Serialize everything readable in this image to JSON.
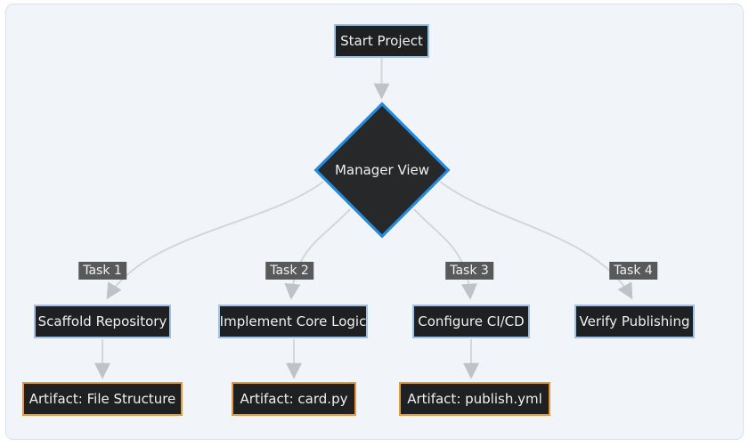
{
  "diagram": {
    "type": "flowchart",
    "nodes": {
      "start": {
        "label": "Start Project",
        "shape": "rect",
        "border_color": "#9cc2e8"
      },
      "manager": {
        "label": "Manager View",
        "shape": "diamond",
        "border_color": "#1f8ce6"
      },
      "task1": {
        "label": "Scaffold Repository",
        "shape": "rect",
        "border_color": "#9cc2e8"
      },
      "task2": {
        "label": "Implement Core Logic",
        "shape": "rect",
        "border_color": "#9cc2e8"
      },
      "task3": {
        "label": "Configure CI/CD",
        "shape": "rect",
        "border_color": "#9cc2e8"
      },
      "task4": {
        "label": "Verify Publishing",
        "shape": "rect",
        "border_color": "#9cc2e8"
      },
      "artifact1": {
        "label": "Artifact: File Structure",
        "shape": "rect",
        "border_color": "#e39a3b"
      },
      "artifact2": {
        "label": "Artifact: card.py",
        "shape": "rect",
        "border_color": "#e39a3b"
      },
      "artifact3": {
        "label": "Artifact: publish.yml",
        "shape": "rect",
        "border_color": "#e39a3b"
      }
    },
    "edges": [
      {
        "from": "start",
        "to": "manager",
        "label": ""
      },
      {
        "from": "manager",
        "to": "task1",
        "label": "Task 1"
      },
      {
        "from": "manager",
        "to": "task2",
        "label": "Task 2"
      },
      {
        "from": "manager",
        "to": "task3",
        "label": "Task 3"
      },
      {
        "from": "manager",
        "to": "task4",
        "label": "Task 4"
      },
      {
        "from": "task1",
        "to": "artifact1",
        "label": ""
      },
      {
        "from": "task2",
        "to": "artifact2",
        "label": ""
      },
      {
        "from": "task3",
        "to": "artifact3",
        "label": ""
      }
    ],
    "edge_labels": {
      "task1": "Task 1",
      "task2": "Task 2",
      "task3": "Task 3",
      "task4": "Task 4"
    },
    "colors": {
      "canvas_bg": "#f1f5fa",
      "canvas_border": "#d8e1ee",
      "node_fill": "#1e2022",
      "node_border_blue": "#9cc2e8",
      "diamond_fill": "#26282a",
      "diamond_border": "#1f8ce6",
      "artifact_border": "#e39a3b",
      "edge_line": "#d4d6d8",
      "arrowhead": "#bfc3c7",
      "edge_label_bg": "#58595b",
      "node_text": "#f0f0f0"
    }
  }
}
